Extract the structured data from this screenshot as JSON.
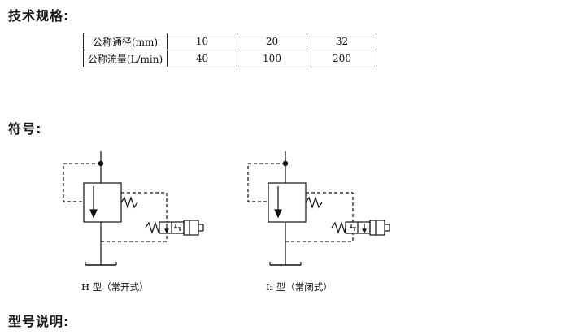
{
  "sections": {
    "spec_heading": "技术规格:",
    "symbol_heading": "符号:",
    "model_heading": "型号说明:"
  },
  "spec_table": {
    "rows": [
      {
        "label": "公称通径(mm)",
        "values": [
          "10",
          "20",
          "32"
        ]
      },
      {
        "label": "公称流量(L/min)",
        "values": [
          "40",
          "100",
          "200"
        ]
      }
    ]
  },
  "symbols": {
    "h_type": {
      "caption": "H 型（常开式）"
    },
    "i2_type": {
      "caption": "I₂ 型（常闭式）"
    }
  }
}
